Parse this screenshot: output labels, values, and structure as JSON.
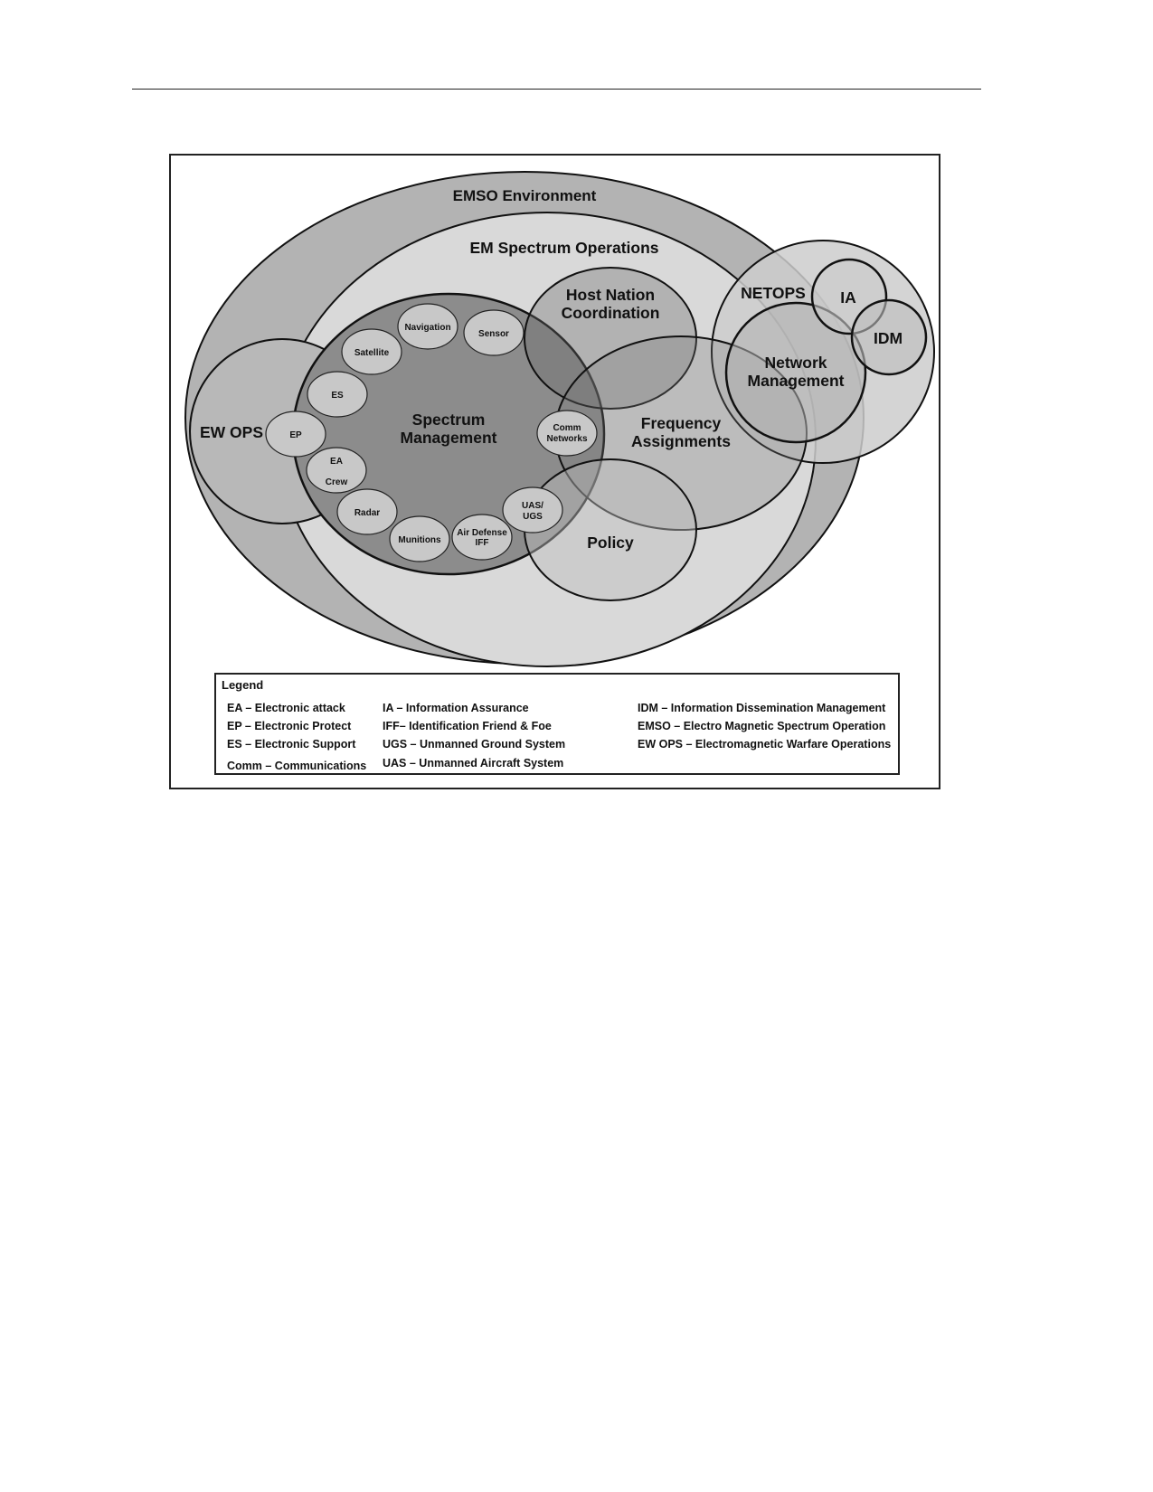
{
  "diagram": {
    "labels": {
      "emso_environment": "EMSO Environment",
      "em_spectrum_operations": "EM Spectrum Operations",
      "host_nation_coordination_1": "Host Nation",
      "host_nation_coordination_2": "Coordination",
      "netops": "NETOPS",
      "ia": "IA",
      "idm": "IDM",
      "network_management_1": "Network",
      "network_management_2": "Management",
      "ew_ops": "EW OPS",
      "spectrum_management_1": "Spectrum",
      "spectrum_management_2": "Management",
      "frequency_assignments_1": "Frequency",
      "frequency_assignments_2": "Assignments",
      "policy": "Policy"
    },
    "small_circles": {
      "navigation": "Navigation",
      "sensor": "Sensor",
      "satellite": "Satellite",
      "es": "ES",
      "ep": "EP",
      "ea": "EA",
      "crew": "Crew",
      "radar": "Radar",
      "munitions": "Munitions",
      "air_defense_1": "Air Defense",
      "air_defense_2": "IFF",
      "uas_1": "UAS/",
      "uas_2": "UGS",
      "comm_1": "Comm",
      "comm_2": "Networks"
    },
    "fills": {
      "emso": "#b3b3b3",
      "em_ops": "#d9d9d9",
      "spectrum": "#8c8c8c",
      "overlay": "#9a9a9a",
      "small": "#c8c8c8"
    }
  },
  "legend": {
    "title": "Legend",
    "col1": [
      "EA – Electronic attack",
      "EP – Electronic Protect",
      "ES – Electronic Support",
      "Comm – Communications"
    ],
    "col2": [
      "IA – Information Assurance",
      "IFF– Identification Friend & Foe",
      "UGS – Unmanned Ground System",
      "UAS – Unmanned Aircraft System"
    ],
    "col3": [
      "IDM – Information Dissemination Management",
      "EMSO – Electro Magnetic Spectrum Operation",
      "EW OPS – Electromagnetic Warfare Operations"
    ]
  }
}
